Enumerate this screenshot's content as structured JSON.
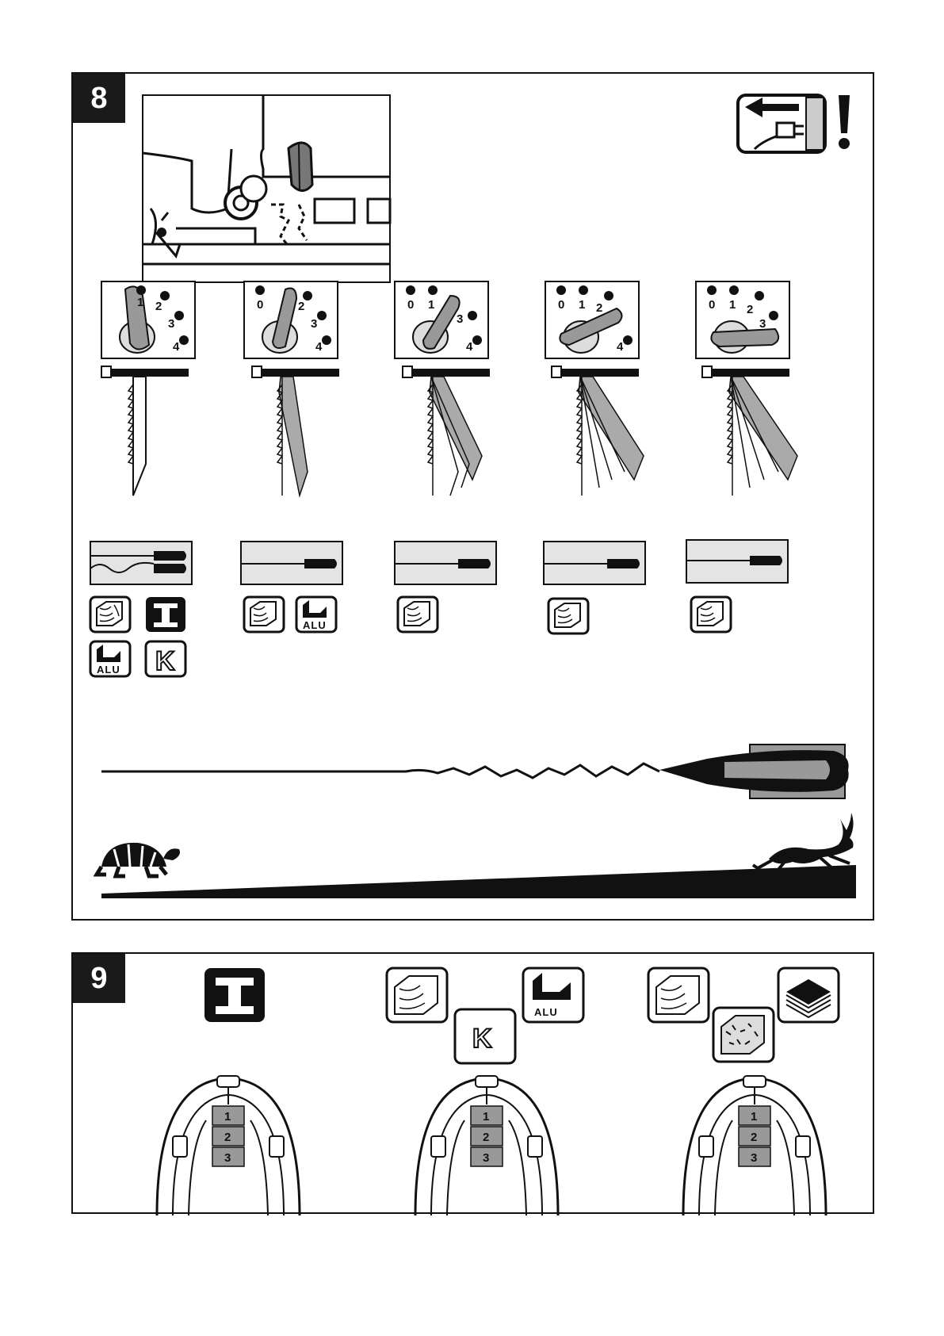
{
  "panels": [
    {
      "id": "8"
    },
    {
      "id": "9"
    }
  ],
  "settings": [
    {
      "lever_at": "1",
      "dial_numbers": [
        "1",
        "2",
        "3",
        "4"
      ]
    },
    {
      "lever_at": "1",
      "dial_numbers": [
        "0",
        "2",
        "3",
        "4"
      ]
    },
    {
      "lever_at": "2",
      "dial_numbers": [
        "0",
        "1",
        "3",
        "4"
      ]
    },
    {
      "lever_at": "3",
      "dial_numbers": [
        "0",
        "1",
        "2",
        "4"
      ]
    },
    {
      "lever_at": "4",
      "dial_numbers": [
        "0",
        "1",
        "2",
        "3"
      ]
    }
  ],
  "alu_label": "ALU",
  "k_label": "K",
  "stroke_labels": [
    "1",
    "2",
    "3"
  ],
  "icons": {
    "unplug": "unplug-warning-icon",
    "wood": "wood-icon",
    "steel": "steel-beam-icon",
    "aluminium": "aluminium-profile-icon",
    "plastic": "plastic-k-icon",
    "slow": "tortoise-icon",
    "fast": "hare-icon"
  },
  "colors": {
    "ink": "#111111",
    "grey": "#9a9a9a",
    "light": "#d8d8d8"
  }
}
